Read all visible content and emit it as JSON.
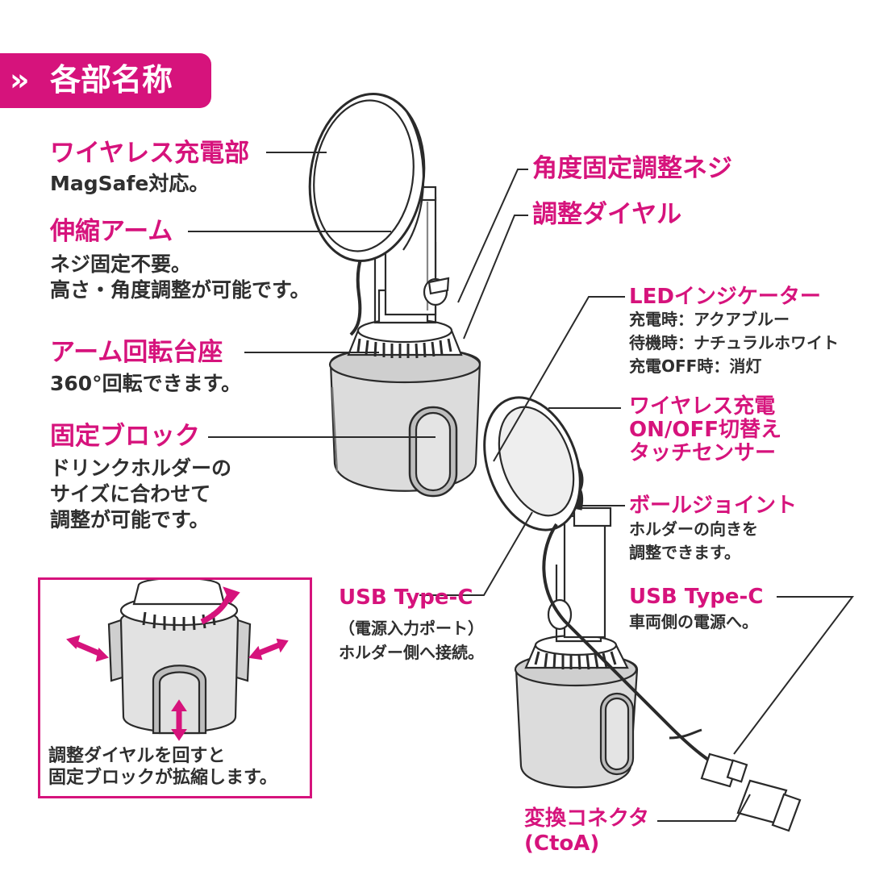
{
  "header": {
    "icon": "chevron-right-double-icon",
    "glyph": "»",
    "title": "各部名称"
  },
  "labels": {
    "wireless_charger": {
      "title": "ワイヤレス充電部",
      "desc": "MagSafe対応。"
    },
    "telescopic_arm": {
      "title": "伸縮アーム",
      "desc": "ネジ固定不要。\n高さ・角度調整が可能です。"
    },
    "arm_base": {
      "title": "アーム回転台座",
      "desc": "360°回転できます。"
    },
    "fixing_block": {
      "title": "固定ブロック",
      "desc": "ドリンクホルダーの\nサイズに合わせて\n調整が可能です。"
    },
    "angle_screw": {
      "title": "角度固定調整ネジ"
    },
    "adjust_dial": {
      "title": "調整ダイヤル"
    },
    "led_indicator": {
      "title": "LEDインジケーター",
      "lines": [
        "充電時：アクアブルー",
        "待機時：ナチュラルホワイト",
        "充電OFF時：消灯"
      ]
    },
    "touch_sensor": {
      "title": "ワイヤレス充電\nON/OFF切替え\nタッチセンサー"
    },
    "ball_joint": {
      "title": "ボールジョイント",
      "desc": "ホルダーの向きを\n調整できます。"
    },
    "usb_holder": {
      "title": "USB Type-C",
      "desc": "（電源入力ポート）\nホルダー側へ接続。"
    },
    "usb_vehicle": {
      "title": "USB Type-C",
      "desc": "車両側の電源へ。"
    },
    "converter": {
      "title": "変換コネクタ\n(CtoA)"
    }
  },
  "inset": {
    "caption": "調整ダイヤルを回すと\n固定ブロックが拡縮します。"
  },
  "colors": {
    "accent": "#d6137c",
    "line": "#2a2a2a"
  }
}
